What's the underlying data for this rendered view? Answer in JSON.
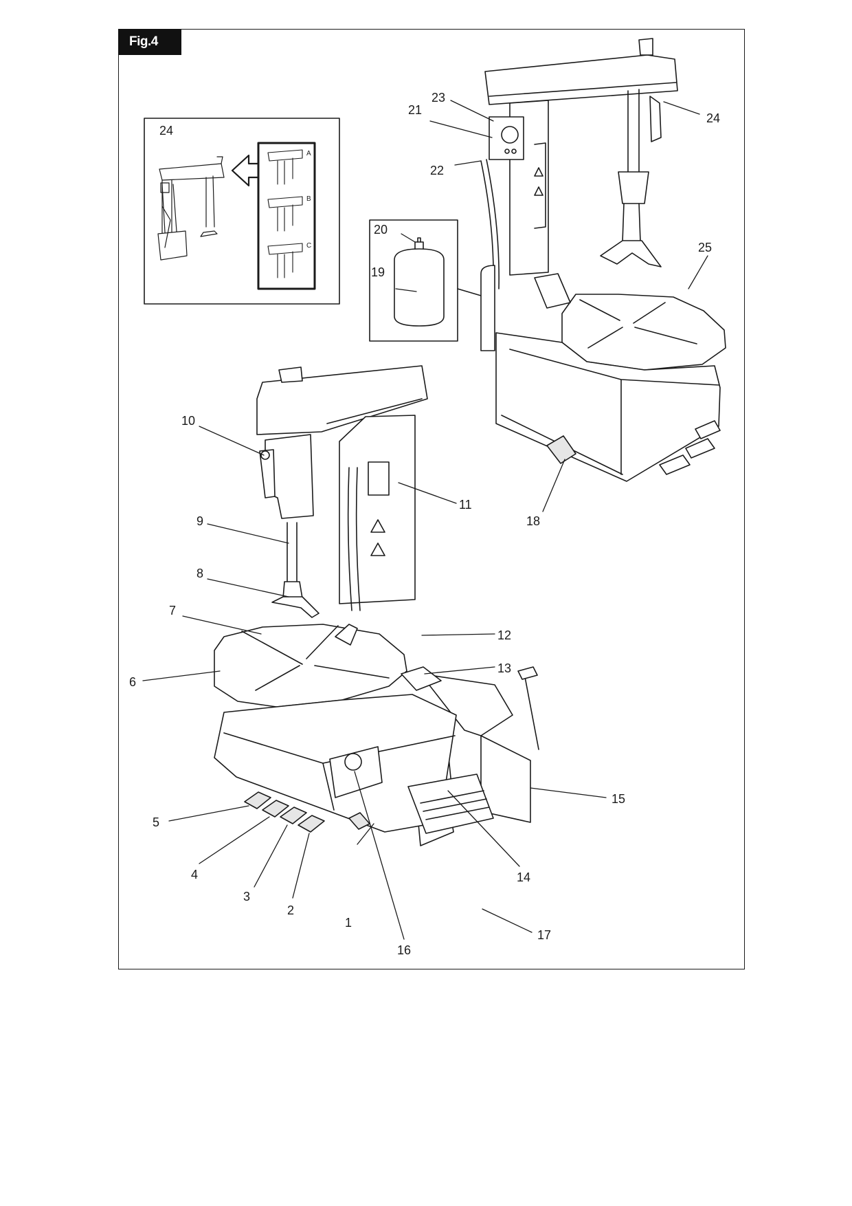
{
  "figure": {
    "tag": "Fig.4"
  },
  "inset": {
    "ref_number": "24",
    "options": [
      "A",
      "B",
      "C"
    ]
  },
  "parts": [
    "1",
    "2",
    "3",
    "4",
    "5",
    "6",
    "7",
    "8",
    "9",
    "10",
    "11",
    "12",
    "13",
    "14",
    "15",
    "16",
    "17",
    "18",
    "19",
    "20",
    "21",
    "22",
    "23",
    "24",
    "25"
  ],
  "colors": {
    "line": "#1a1a1a",
    "frame": "#1a1a1a",
    "tag_bg": "#111111",
    "fill": "#ffffff",
    "shade": "#e6e6e6"
  }
}
